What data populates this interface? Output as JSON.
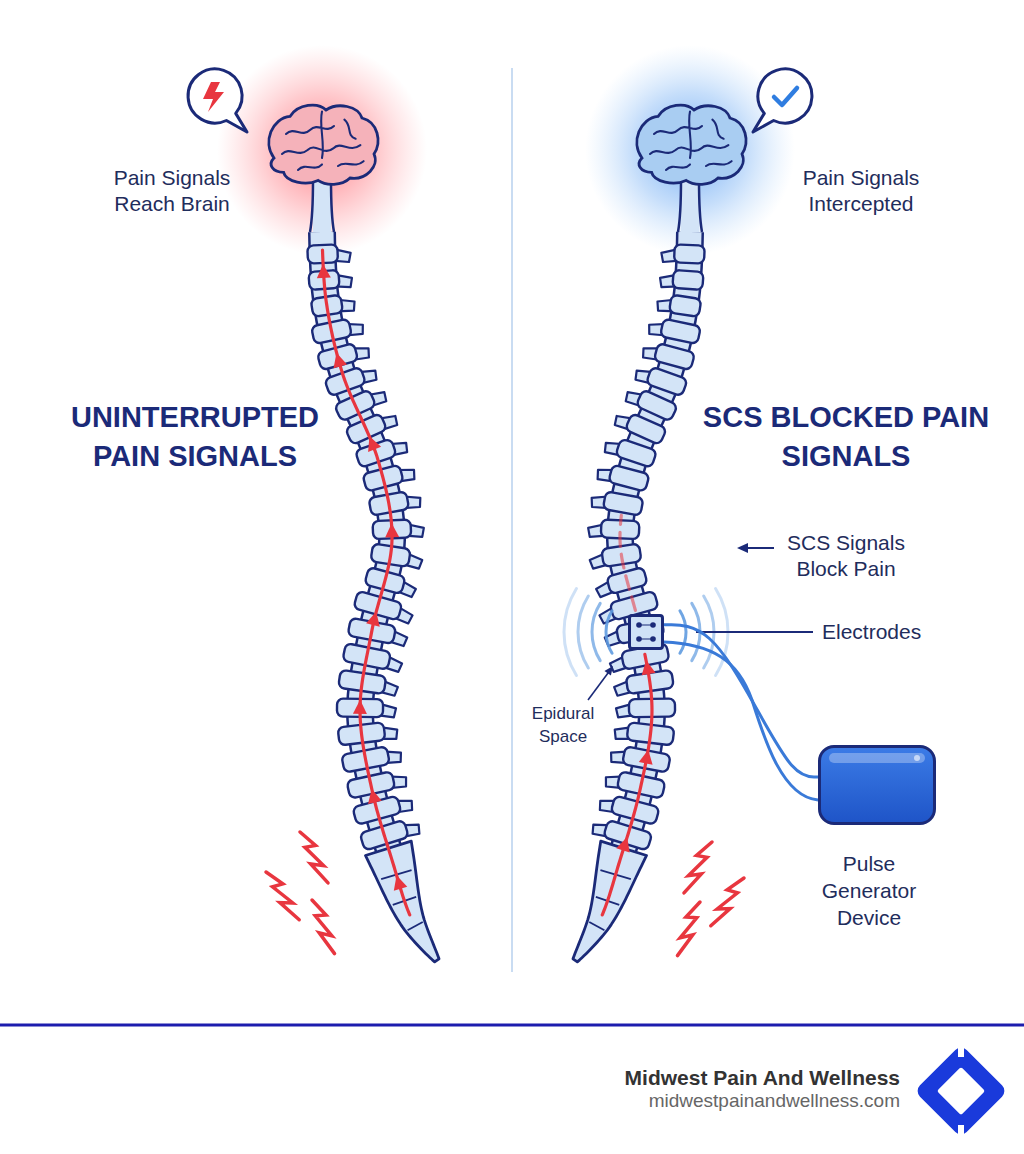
{
  "diagram": {
    "nodes": [
      {
        "text": [
          "Electrodes"
        ]
      },
      {
        "text": [
          "Pulse Generator Device"
        ]
      }
    ],
    "edges": [
      {
        "from": 0,
        "to": 1,
        "arrow": "none"
      }
    ],
    "labels": [
      "Pain Signals Reach Brain",
      "Pain Signals Intercepted",
      "UNINTERRUPTED PAIN SIGNALS",
      "SCS BLOCKED PAIN SIGNALS",
      "SCS Signals Block Pain",
      "Epidural Space",
      "Midwest Pain And Wellness",
      "midwestpainandwellness.com"
    ]
  }
}
